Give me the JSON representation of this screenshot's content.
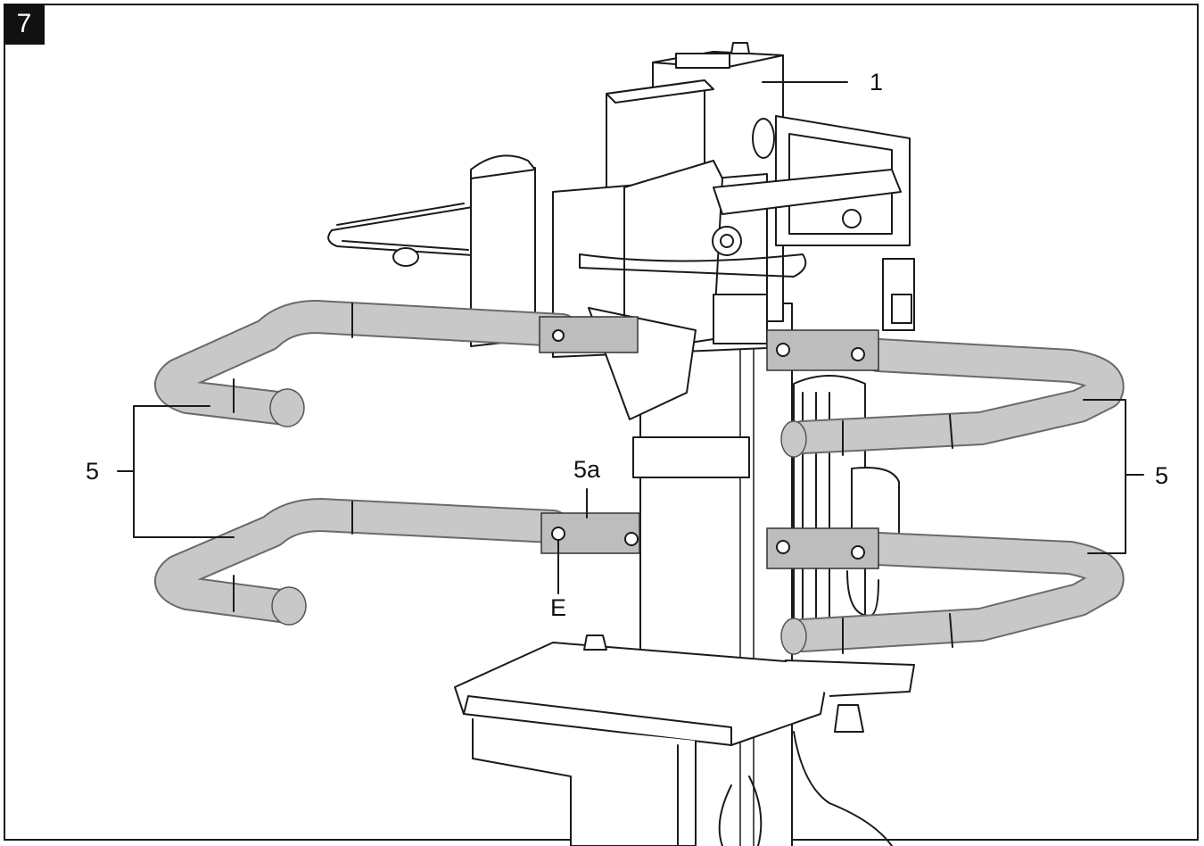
{
  "figure": {
    "number": "7"
  },
  "callouts": {
    "part_1": "1",
    "handle_left": "5",
    "handle_right": "5",
    "bracket": "5a",
    "screw": "E"
  },
  "colors": {
    "line": "#1a1a1a",
    "tube": "#c8c8c8",
    "tube_shade": "#a9a9a9",
    "plate": "#bdbdbd",
    "body": "#ffffff"
  }
}
